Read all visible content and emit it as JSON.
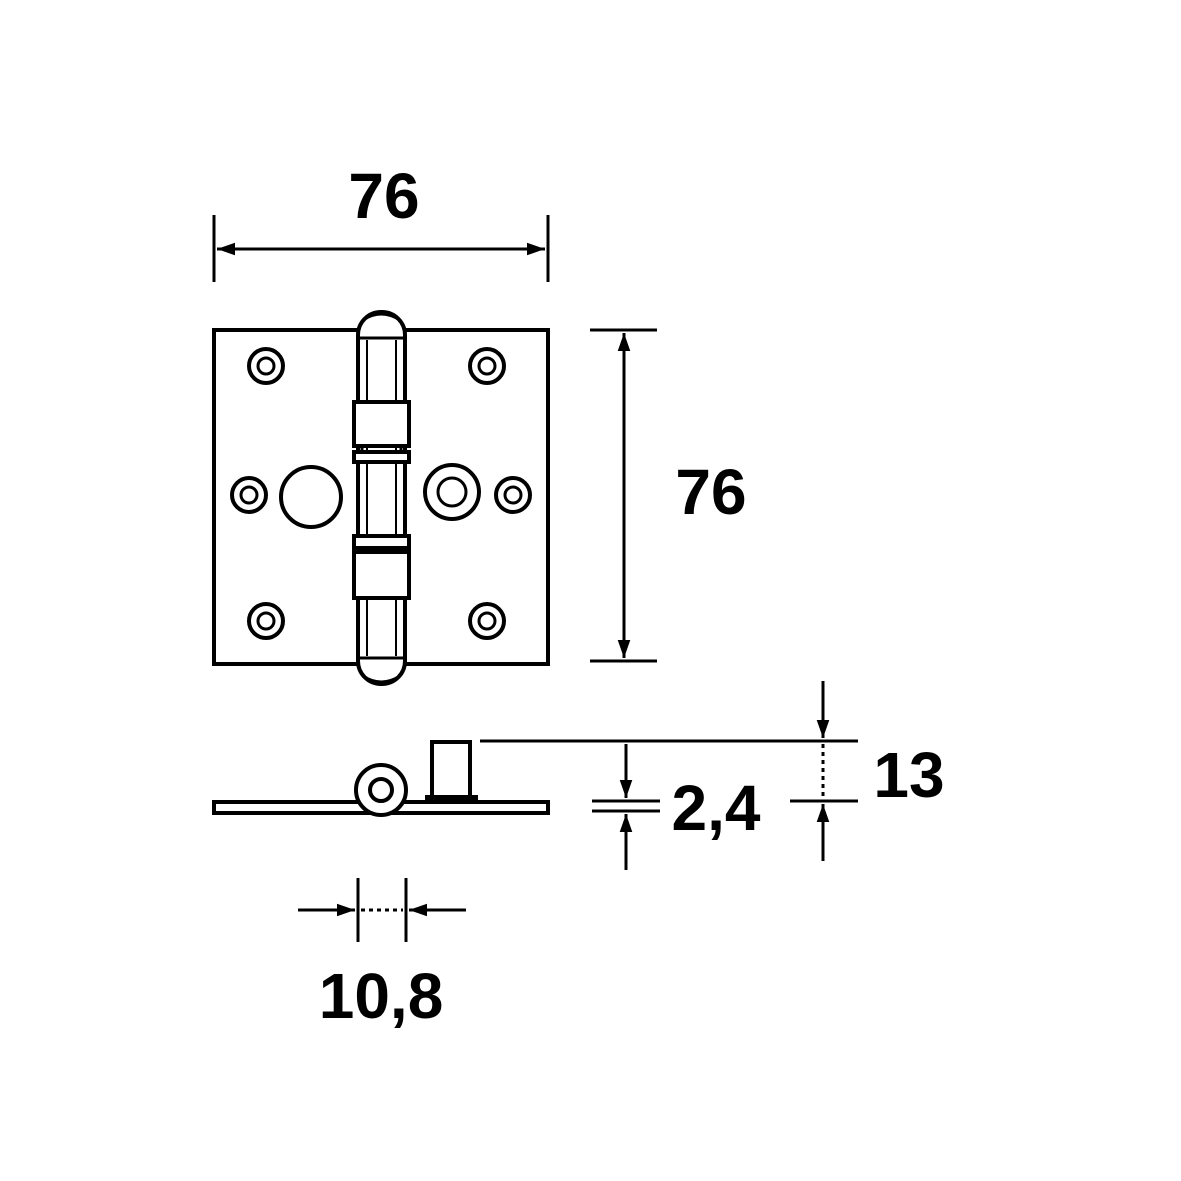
{
  "dimensions": {
    "width": "76",
    "height": "76",
    "total_thickness": "13",
    "leaf_thickness": "2,4",
    "knuckle_offset": "10,8"
  },
  "colors": {
    "line": "#000000",
    "background": "#ffffff"
  }
}
